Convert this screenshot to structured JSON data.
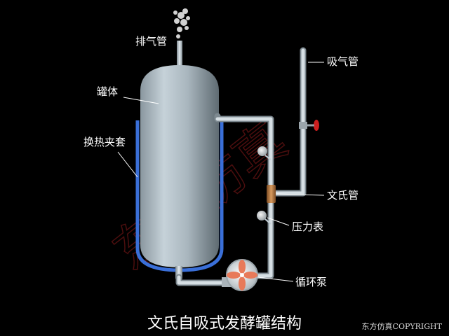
{
  "labels": {
    "exhaust_pipe": "排气管",
    "tank_body": "罐体",
    "heat_jacket": "换热夹套",
    "suction_pipe": "吸气管",
    "venturi_tube": "文氏管",
    "pressure_gauge": "压力表",
    "circulation_pump": "循环泵"
  },
  "title": "文氏自吸式发酵罐结构",
  "copyright": "东方仿真COPYRIGHT",
  "watermark": "东方仿真",
  "colors": {
    "background": "#000000",
    "jacket": "#3a6fd8",
    "pipe": "#c4cfd6",
    "valve": "#cc1f1f",
    "fan_blade": "#e87a5a",
    "watermark": "#8a1a1a",
    "venturi": "#b8733a"
  }
}
